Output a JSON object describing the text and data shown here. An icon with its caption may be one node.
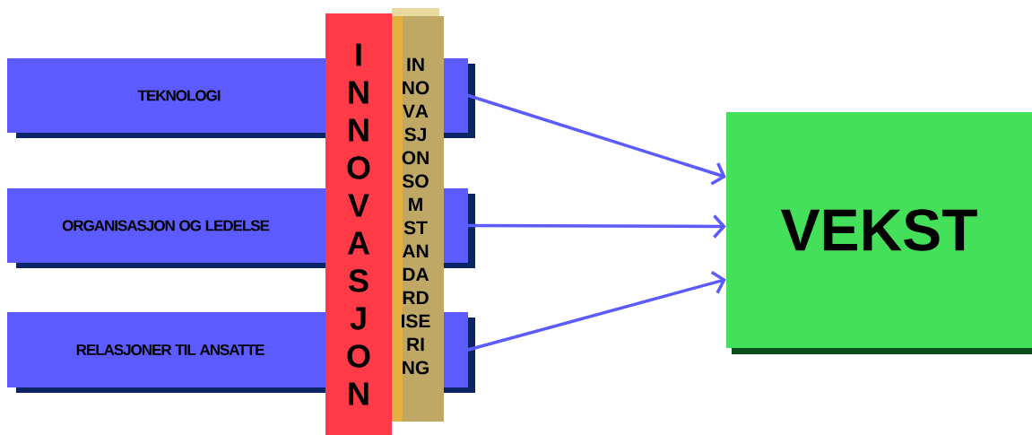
{
  "diagram": {
    "nodes": [
      {
        "text": [
          "TEKNOLOGI"
        ]
      },
      {
        "text": [
          "ORGANISASJON OG LEDELSE"
        ]
      },
      {
        "text": [
          "RELASJONER TIL ANSATTE"
        ]
      },
      {
        "text": [
          "INNOVASJON"
        ]
      },
      {
        "text": [
          "INNOVASJON SOM STANDARDISERING"
        ]
      },
      {
        "text": [
          "VEKST"
        ]
      }
    ],
    "edges": [
      {
        "from": 0,
        "to": 5,
        "arrow": "to"
      },
      {
        "from": 1,
        "to": 5,
        "arrow": "to"
      },
      {
        "from": 2,
        "to": 5,
        "arrow": "to"
      }
    ]
  }
}
